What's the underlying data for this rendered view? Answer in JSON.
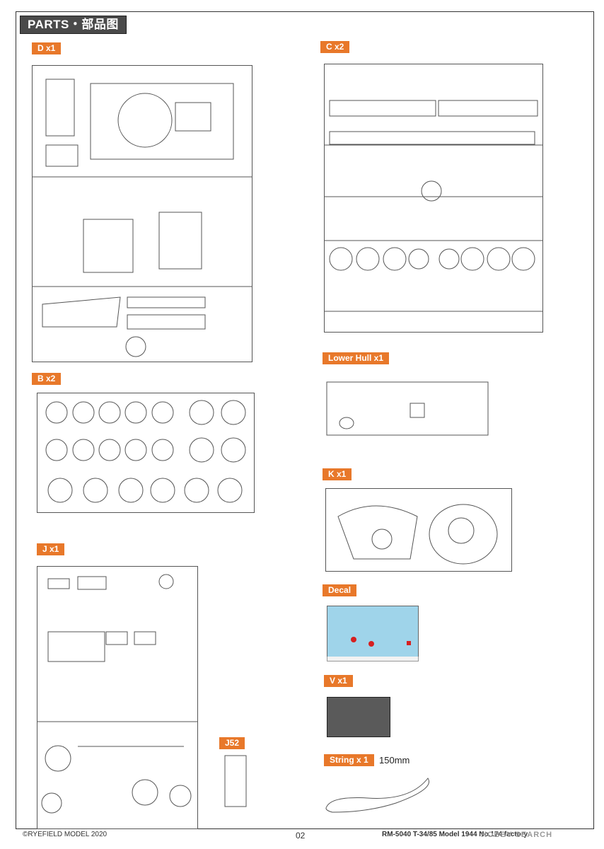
{
  "header": {
    "title": "PARTS・部品图"
  },
  "sprues": {
    "d": "D x1",
    "c": "C x2",
    "lower_hull": "Lower Hull x1",
    "b": "B x2",
    "k": "K x1",
    "j": "J x1",
    "decal": "Decal",
    "v": "V x1",
    "j52": "J52",
    "string": "String x 1"
  },
  "string_length": "150mm",
  "footer": {
    "copyright": "©RYEFIELD MODEL 2020",
    "page": "02",
    "product": "RM-5040  T-34/85 Model 1944 No.174 factory"
  },
  "watermark": "HOBBY SEARCH",
  "colors": {
    "label_bg": "#e8782a",
    "decal_bg": "#9fd4ea",
    "pe_fret": "#5a5a5a",
    "title_bg": "#4a4a4a"
  }
}
